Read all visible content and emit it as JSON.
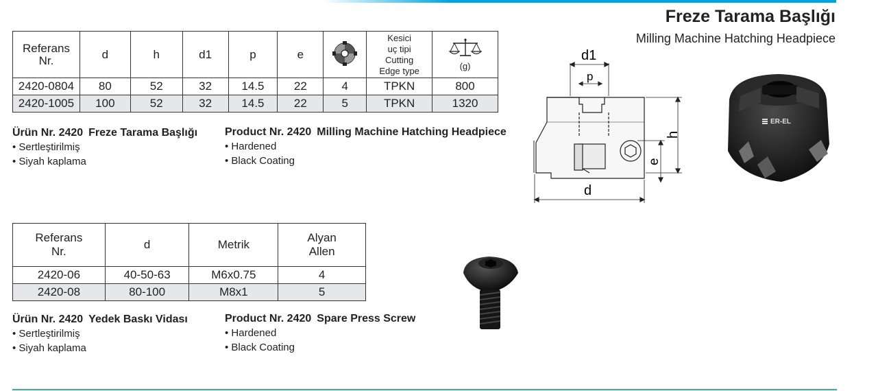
{
  "title_tr": "Freze Tarama Başlığı",
  "title_en": "Milling Machine Hatching Headpiece",
  "table1": {
    "headers": {
      "ref_line1": "Referans",
      "ref_line2": "Nr.",
      "d": "d",
      "h": "h",
      "d1": "d1",
      "p": "p",
      "e": "e",
      "edge_tr1": "Kesici",
      "edge_tr2": "uç tipi",
      "edge_en1": "Cutting",
      "edge_en2": "Edge type",
      "weight_unit": "(g)"
    },
    "rows": [
      [
        "2420-0804",
        "80",
        "52",
        "32",
        "14.5",
        "22",
        "4",
        "TPKN",
        "800"
      ],
      [
        "2420-1005",
        "100",
        "52",
        "32",
        "14.5",
        "22",
        "5",
        "TPKN",
        "1320"
      ]
    ]
  },
  "product1": {
    "tr_prefix": "Ürün Nr. 2420",
    "tr_name": "Freze Tarama Başlığı",
    "tr_items": [
      "• Sertleştirilmiş",
      "• Siyah kaplama"
    ],
    "en_prefix": "Product Nr. 2420",
    "en_name": "Milling Machine Hatching Headpiece",
    "en_items": [
      "• Hardened",
      "• Black Coating"
    ]
  },
  "diagram_labels": {
    "d1": "d1",
    "p": "p",
    "h": "h",
    "e": "e",
    "d": "d"
  },
  "logo_text": "ER-EL",
  "table2": {
    "headers": {
      "ref_line1": "Referans",
      "ref_line2": "Nr.",
      "d": "d",
      "metric": "Metrik",
      "allen_tr": "Alyan",
      "allen_en": "Allen"
    },
    "rows": [
      [
        "2420-06",
        "40-50-63",
        "M6x0.75",
        "4"
      ],
      [
        "2420-08",
        "80-100",
        "M8x1",
        "5"
      ]
    ]
  },
  "product2": {
    "tr_prefix": "Ürün Nr. 2420",
    "tr_name": "Yedek Baskı Vidası",
    "tr_items": [
      "• Sertleştirilmiş",
      "• Siyah kaplama"
    ],
    "en_prefix": "Product Nr. 2420",
    "en_name": "Spare Press Screw",
    "en_items": [
      "• Hardened",
      "• Black Coating"
    ]
  },
  "colors": {
    "accent_blue": "#00a3dc",
    "rule_teal": "#35b0a8",
    "row_shade": "#e6e7e8"
  },
  "icons": [
    "insert-edges-icon",
    "balance-scale-icon"
  ]
}
